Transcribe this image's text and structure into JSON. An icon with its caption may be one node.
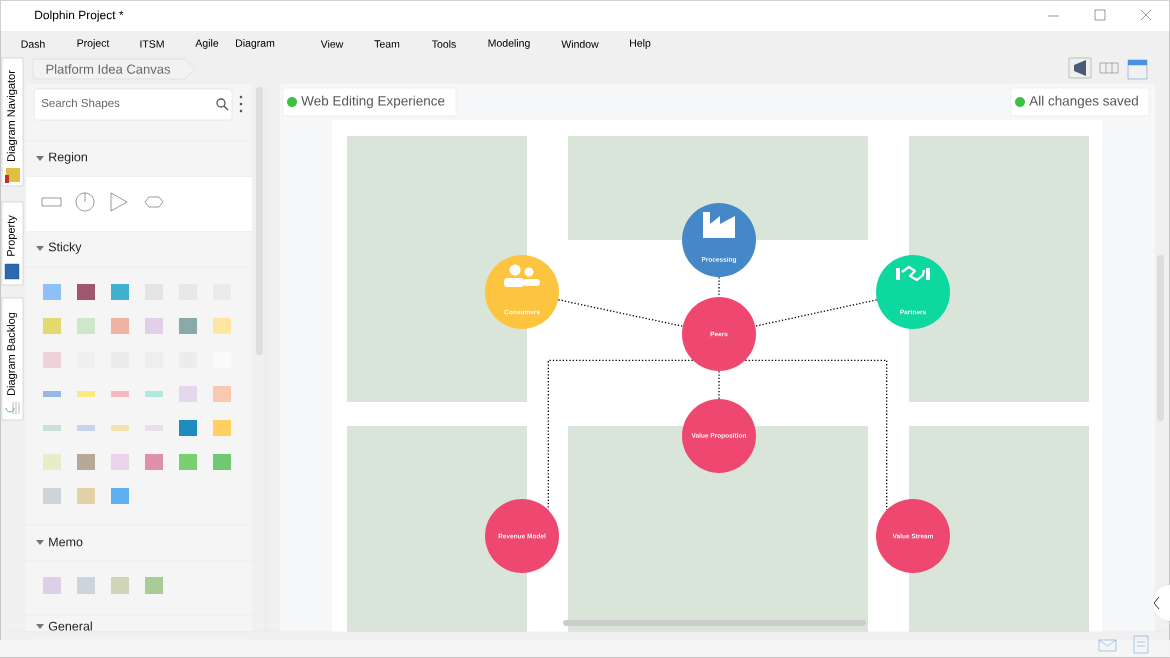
{
  "diagram": {
    "title": "Dolphin Project *",
    "nodes": [
      {
        "text": [
          "Processing"
        ]
      },
      {
        "text": [
          "Consumers"
        ]
      },
      {
        "text": [
          "Partners"
        ]
      },
      {
        "text": [
          "Peers"
        ]
      },
      {
        "text": [
          "Value Proposition"
        ]
      },
      {
        "text": [
          "Revenue Model"
        ]
      },
      {
        "text": [
          "Value Stream"
        ]
      }
    ],
    "edges": [
      {
        "from": 0,
        "to": 3,
        "arrow": "none"
      },
      {
        "from": 1,
        "to": 3,
        "arrow": "none"
      },
      {
        "from": 2,
        "to": 3,
        "arrow": "none"
      },
      {
        "from": 3,
        "to": 4,
        "arrow": "none"
      },
      {
        "from": 3,
        "to": 5,
        "arrow": "none"
      },
      {
        "from": 3,
        "to": 6,
        "arrow": "none"
      }
    ],
    "labels": [
      "Dash",
      "Project",
      "ITSM",
      "Agile",
      "Diagram",
      "View",
      "Team",
      "Tools",
      "Modeling",
      "Window",
      "Help",
      "Platform Idea Canvas",
      "Diagram Navigator",
      "Property",
      "Diagram Backlog",
      "Search Shapes",
      "Region",
      "Sticky",
      "Memo",
      "General",
      "Web Editing Experience",
      "All changes saved"
    ]
  }
}
